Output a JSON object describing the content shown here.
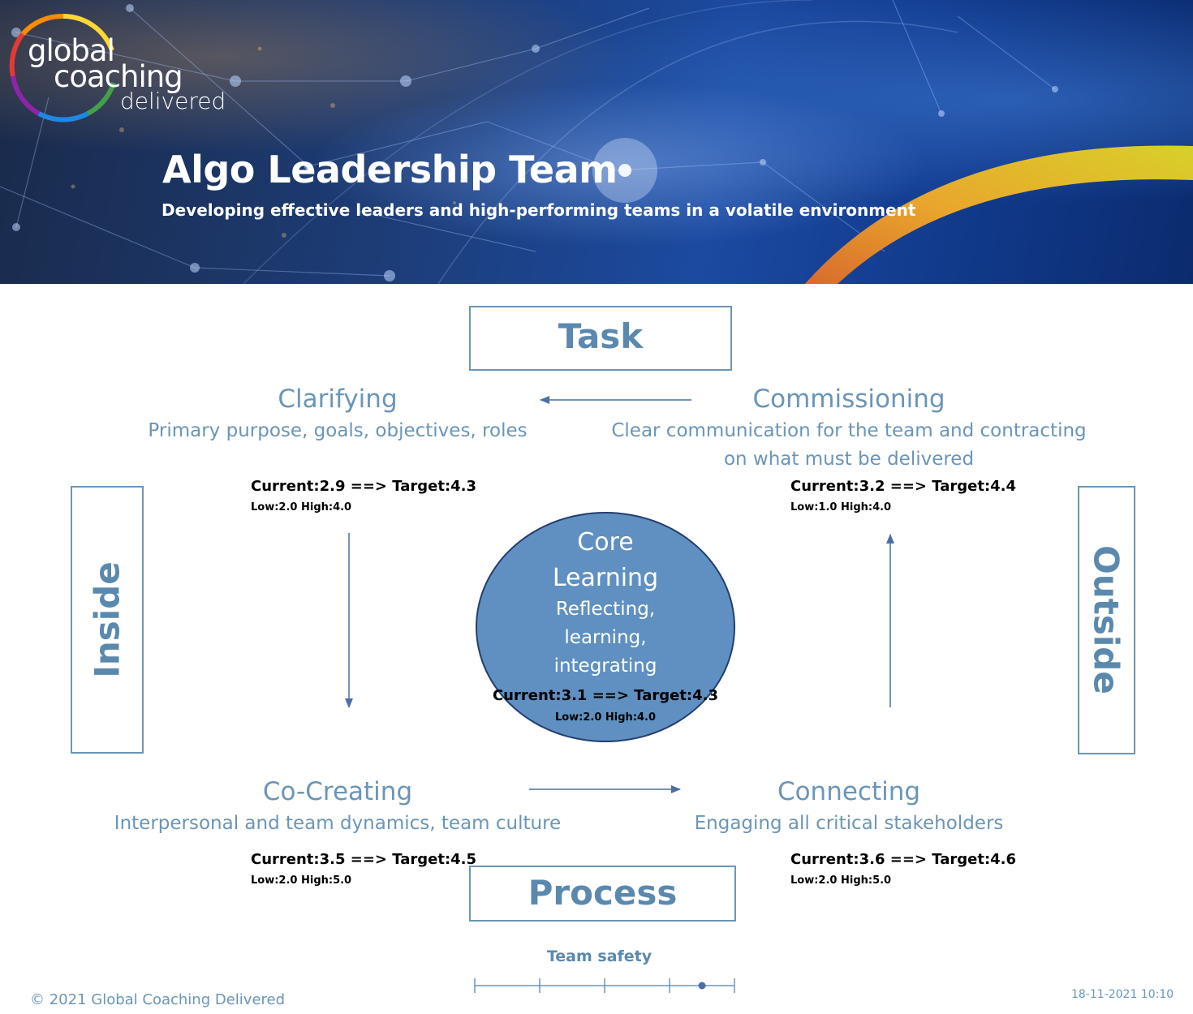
{
  "brand": {
    "logo_word1": "global",
    "logo_word2": "coaching",
    "logo_word3": "delivered",
    "ring_colors": [
      "#e53935",
      "#fb8c00",
      "#fdd835",
      "#43a047",
      "#1e88e5",
      "#8e24aa"
    ]
  },
  "banner": {
    "title": "Algo Leadership Team",
    "subtitle": "Developing effective leaders and high-performing teams in a volatile environment"
  },
  "axes": {
    "task": "Task",
    "process": "Process",
    "inside": "Inside",
    "outside": "Outside"
  },
  "quadrants": {
    "clarifying": {
      "title": "Clarifying",
      "desc": "Primary purpose, goals, objectives, roles",
      "score": "Current:2.9 ==> Target:4.3",
      "range": "Low:2.0 High:4.0"
    },
    "commissioning": {
      "title": "Commissioning",
      "desc_line1": "Clear communication for the team and contracting",
      "desc_line2": "on what must be delivered",
      "score": "Current:3.2 ==> Target:4.4",
      "range": "Low:1.0 High:4.0"
    },
    "co_creating": {
      "title": "Co-Creating",
      "desc": "Interpersonal and team dynamics, team culture",
      "score": "Current:3.5 ==> Target:4.5",
      "range": "Low:2.0 High:5.0"
    },
    "connecting": {
      "title": "Connecting",
      "desc": "Engaging all critical stakeholders",
      "score": "Current:3.6 ==> Target:4.6",
      "range": "Low:2.0 High:5.0"
    }
  },
  "core": {
    "title_line1": "Core",
    "title_line2": "Learning",
    "desc_line1": "Reflecting,",
    "desc_line2": "learning,",
    "desc_line3": "integrating",
    "score": "Current:3.1 ==> Target:4.3",
    "range": "Low:2.0 High:4.0"
  },
  "team_safety": {
    "label": "Team safety",
    "scale_min": 1,
    "scale_max": 5,
    "value": 4.5
  },
  "footer": {
    "copyright": "© 2021 Global Coaching Delivered",
    "timestamp": "18-11-2021 10:10"
  },
  "colors": {
    "accent_blue": "#6a95b8",
    "core_fill": "#5f90c1",
    "arc_gold": "#e9b52a"
  }
}
